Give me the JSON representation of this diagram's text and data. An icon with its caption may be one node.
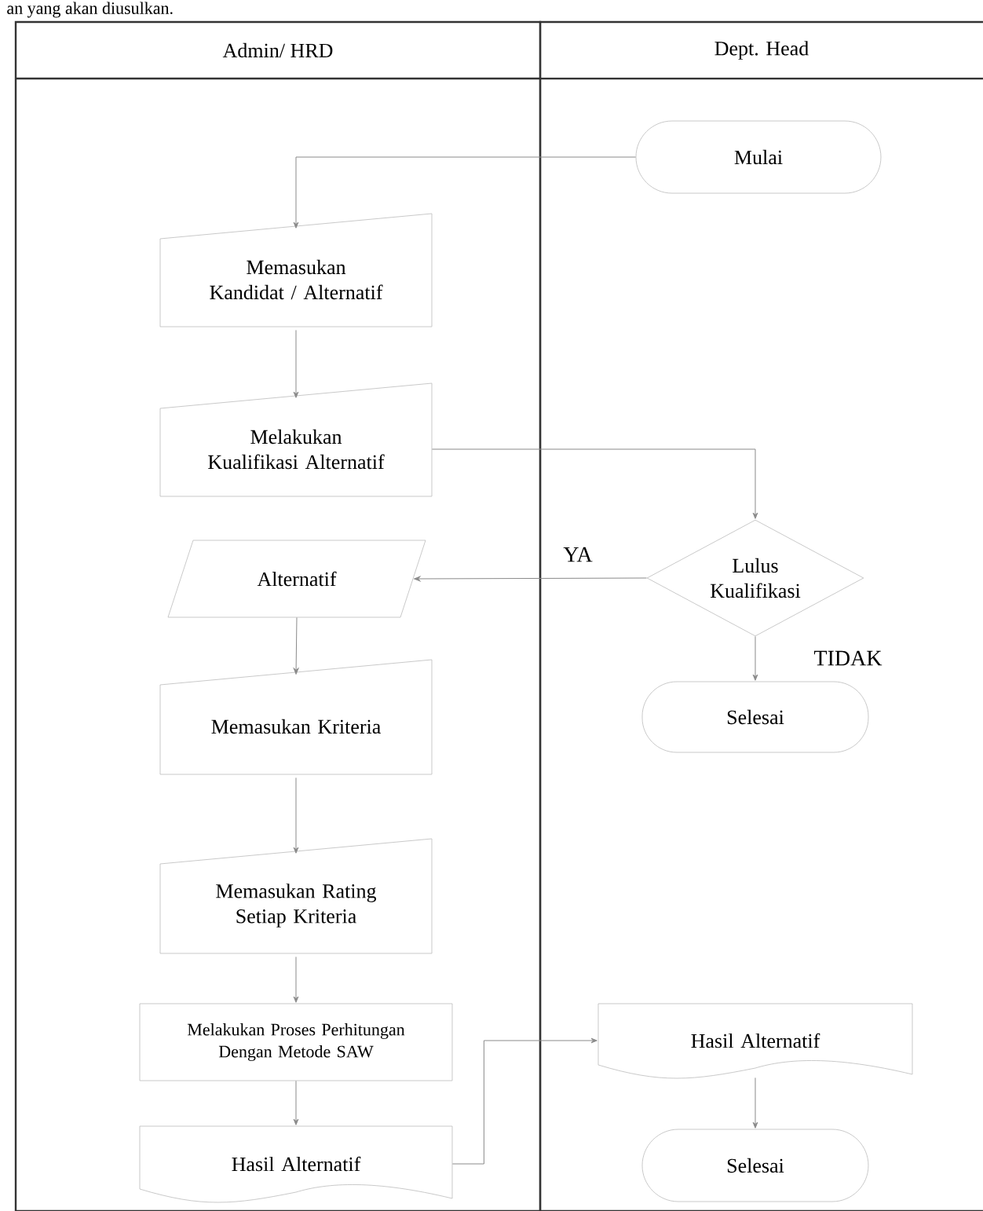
{
  "diagram": {
    "nodes": [
      {
        "text": [
          "Admin/ HRD"
        ]
      },
      {
        "text": [
          "Dept. Head"
        ]
      },
      {
        "text": [
          "Mulai"
        ],
        "in": 1
      },
      {
        "text": [
          "Memasukan Kandidat / Alternatif"
        ],
        "in": 0
      },
      {
        "text": [
          "Melakukan Kualifikasi Alternatif"
        ],
        "in": 0
      },
      {
        "text": [
          "Alternatif"
        ],
        "in": 0
      },
      {
        "text": [
          "Lulus Kualifikasi"
        ],
        "in": 1
      },
      {
        "text": [
          "Selesai"
        ],
        "in": 1
      },
      {
        "text": [
          "Memasukan Kriteria"
        ],
        "in": 0
      },
      {
        "text": [
          "Memasukan Rating Setiap Kriteria"
        ],
        "in": 0
      },
      {
        "text": [
          "Melakukan Proses Perhitungan Dengan Metode SAW"
        ],
        "in": 0
      },
      {
        "text": [
          "Hasil Alternatif"
        ],
        "in": 0
      },
      {
        "text": [
          "Hasil Alternatif"
        ],
        "in": 1
      },
      {
        "text": [
          "Selesai"
        ],
        "in": 1
      }
    ],
    "edges": [
      {
        "from": 2,
        "to": 3,
        "arrow": "to"
      },
      {
        "from": 3,
        "to": 4,
        "arrow": "to"
      },
      {
        "from": 4,
        "to": 6,
        "arrow": "to"
      },
      {
        "from": 6,
        "to": 5,
        "arrow": "to",
        "label": "YA"
      },
      {
        "from": 6,
        "to": 7,
        "arrow": "to",
        "label": "TIDAK"
      },
      {
        "from": 5,
        "to": 8,
        "arrow": "to"
      },
      {
        "from": 8,
        "to": 9,
        "arrow": "to"
      },
      {
        "from": 9,
        "to": 10,
        "arrow": "to"
      },
      {
        "from": 10,
        "to": 11,
        "arrow": "to"
      },
      {
        "from": 11,
        "to": 12,
        "arrow": "to"
      },
      {
        "from": 12,
        "to": 13,
        "arrow": "to"
      }
    ],
    "labels": [
      "an yang akan diusulkan."
    ]
  }
}
